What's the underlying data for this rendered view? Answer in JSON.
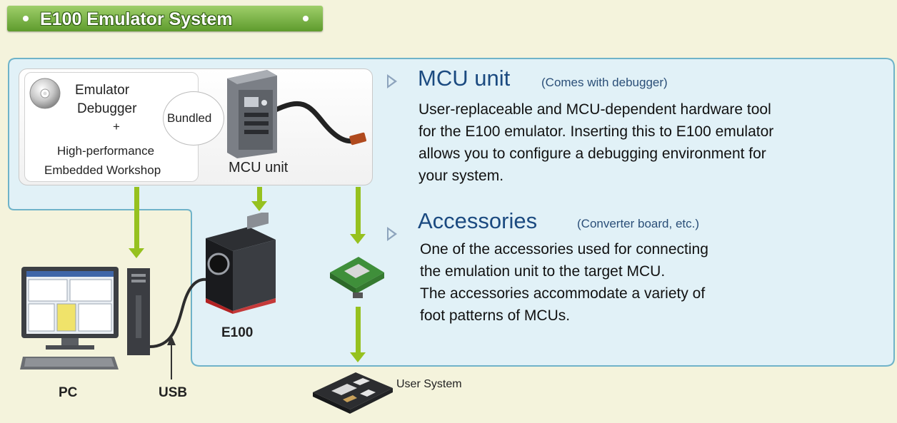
{
  "title": "E100 Emulator System",
  "bundle": {
    "software_line1": "Emulator",
    "software_line2": "Debugger",
    "plus": "+",
    "software_line3": "High-performance",
    "software_line4": "Embedded Workshop",
    "bundled_label": "Bundled",
    "mcu_unit_label": "MCU unit"
  },
  "devices": {
    "pc_label": "PC",
    "usb_label": "USB",
    "e100_label": "E100",
    "user_system_label": "User System"
  },
  "mcu_section": {
    "title": "MCU unit",
    "subtitle": "(Comes with debugger)",
    "lines": [
      "User-replaceable and MCU-dependent hardware tool",
      "for the E100 emulator. Inserting this to E100 emulator",
      "allows you to configure a debugging environment for",
      "your system."
    ]
  },
  "accessories_section": {
    "title": "Accessories",
    "subtitle": "(Converter board, etc.)",
    "lines": [
      "One of the accessories used for connecting",
      "the emulation unit to the target MCU.",
      "The accessories accommodate a variety of",
      "foot patterns of MCUs."
    ]
  },
  "colors": {
    "banner_green": "#5e9b2d",
    "region_blue": "#e1f1f7",
    "region_border": "#6fb3c9",
    "arrow_green": "#96c11f",
    "heading_blue": "#1b4a80"
  }
}
